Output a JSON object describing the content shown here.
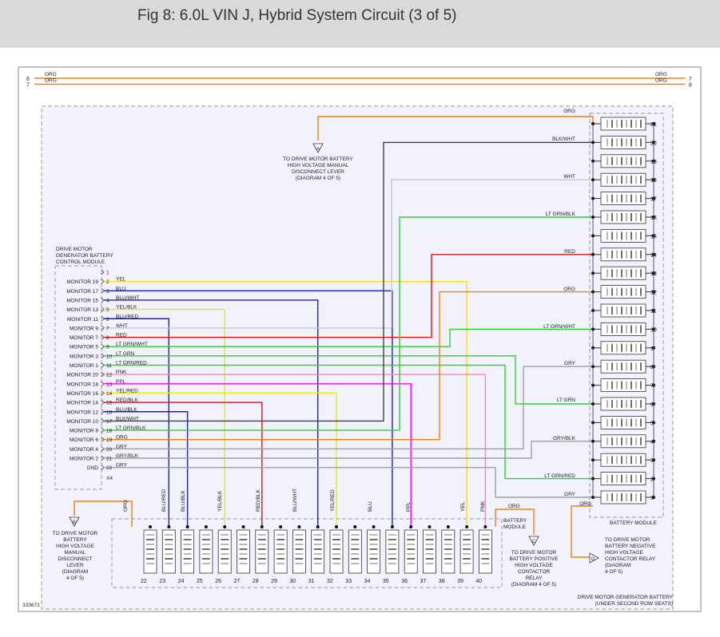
{
  "title": "Fig 8: 6.0L VIN J, Hybrid System Circuit (3 of 5)",
  "figure_id": "333672",
  "colors": {
    "ORG": "#f08010",
    "YEL": "#f0e020",
    "BLU": "#2020c0",
    "BLK": "#404040",
    "WHT": "#c8c8c8",
    "RED": "#e01010",
    "GRN": "#30d030",
    "PNK": "#ff80c0",
    "PPL": "#ff00ff",
    "GRY": "#a0a0a0"
  },
  "top_wires": [
    {
      "pin_left": "6",
      "color": "ORG",
      "pin_right": "7"
    },
    {
      "pin_left": "7",
      "color": "ORG",
      "pin_right": "8"
    }
  ],
  "module": {
    "title_lines": [
      "DRIVE MOTOR",
      "GENERATOR BATTERY",
      "CONTROL MODULE"
    ],
    "connector": "X4",
    "rows": [
      {
        "label": "",
        "pin": "1",
        "color": ""
      },
      {
        "label": "MONITOR 19",
        "pin": "2",
        "color": "YEL"
      },
      {
        "label": "MONITOR 17",
        "pin": "3",
        "color": "BLU"
      },
      {
        "label": "MONITOR 15",
        "pin": "4",
        "color": "BLU/WHT"
      },
      {
        "label": "MONITOR 13",
        "pin": "5",
        "color": "YEL/BLK"
      },
      {
        "label": "MONITOR 11",
        "pin": "6",
        "color": "BLU/RED"
      },
      {
        "label": "MONITOR 9",
        "pin": "7",
        "color": "WHT"
      },
      {
        "label": "MONITOR 7",
        "pin": "8",
        "color": "RED"
      },
      {
        "label": "MONITOR 5",
        "pin": "9",
        "color": "LT GRN/WHT"
      },
      {
        "label": "MONITOR 3",
        "pin": "10",
        "color": "LT GRN"
      },
      {
        "label": "MONITOR 1",
        "pin": "11",
        "color": "LT GRN/RED"
      },
      {
        "label": "MONITOR 20",
        "pin": "12",
        "color": "PNK"
      },
      {
        "label": "MONITOR 18",
        "pin": "13",
        "color": "PPL"
      },
      {
        "label": "MONITOR 16",
        "pin": "14",
        "color": "YEL/RED"
      },
      {
        "label": "MONITOR 14",
        "pin": "15",
        "color": "RED/BLK"
      },
      {
        "label": "MONITOR 12",
        "pin": "16",
        "color": "BLU/BLK"
      },
      {
        "label": "MONITOR 10",
        "pin": "17",
        "color": "BLK/WHT"
      },
      {
        "label": "MONITOR 8",
        "pin": "18",
        "color": "LT GRN/BLK"
      },
      {
        "label": "MONITOR 6",
        "pin": "19",
        "color": "ORG"
      },
      {
        "label": "MONITOR 4",
        "pin": "20",
        "color": "GRY"
      },
      {
        "label": "MONITOR 2",
        "pin": "21",
        "color": "GRY/BLK"
      },
      {
        "label": "GND",
        "pin": "22",
        "color": "GRY"
      }
    ]
  },
  "battery_module_label": "BATTERY MODULE",
  "battery_module_label_lower": [
    "BATTERY",
    "MODULE"
  ],
  "right_cells": [
    "21",
    "20",
    "19",
    "18",
    "17",
    "16",
    "15",
    "14",
    "13",
    "12",
    "11",
    "10",
    "9",
    "8",
    "7",
    "6",
    "5",
    "4",
    "3",
    "2",
    "1"
  ],
  "right_wire_labels": [
    "ORG",
    "BLK/WHT",
    "WHT",
    "LT GRN/BLK",
    "RED",
    "ORG",
    "LT GRN/WHT",
    "GRY",
    "LT GRN",
    "GRY/BLK",
    "LT GRN/RED",
    "GRY",
    "ORG"
  ],
  "bottom_cells": [
    "22",
    "23",
    "24",
    "25",
    "26",
    "27",
    "28",
    "29",
    "30",
    "31",
    "32",
    "33",
    "34",
    "35",
    "36",
    "37",
    "38",
    "39",
    "40"
  ],
  "bottom_wire_labels": [
    "ORG",
    "BLU/RED",
    "BLU/BLK",
    "YEL/BLK",
    "RED/BLK",
    "BLU/WHT",
    "YEL/RED",
    "BLU",
    "PPL",
    "YEL",
    "PNK",
    "ORG"
  ],
  "connectors": {
    "A": {
      "letter": "A",
      "lines": [
        "TO DRIVE MOTOR BATTERY",
        "HIGH VOLTAGE MANUAL",
        "DISCONNECT LEVER",
        "(DIAGRAM 4 OF 5)"
      ]
    },
    "B": {
      "letter": "B",
      "lines": [
        "TO DRIVE MOTOR",
        "BATTERY",
        "HIGH VOLTAGE",
        "MANUAL",
        "DISCONNECT",
        "LEVER",
        "(DIAGRAM",
        "4 OF 5)"
      ]
    },
    "C": {
      "letter": "C",
      "lines": [
        "TO DRIVE MOTOR",
        "BATTERY POSITIVE",
        "HIGH VOLTAGE",
        "CONTACTOR",
        "RELAY",
        "(DIAGRAM 4 OF 5)"
      ]
    },
    "D": {
      "letter": "D",
      "lines": [
        "TO DRIVE MOTOR",
        "BATTERY NEGATIVE",
        "HIGH VOLTAGE",
        "CONTACTOR RELAY",
        "(DIAGRAM",
        "4 OF 5)"
      ]
    }
  },
  "battery_caption": [
    "DRIVE MOTOR GENERATOR BATTERY",
    "(UNDER SECOND ROW SEATS)"
  ]
}
